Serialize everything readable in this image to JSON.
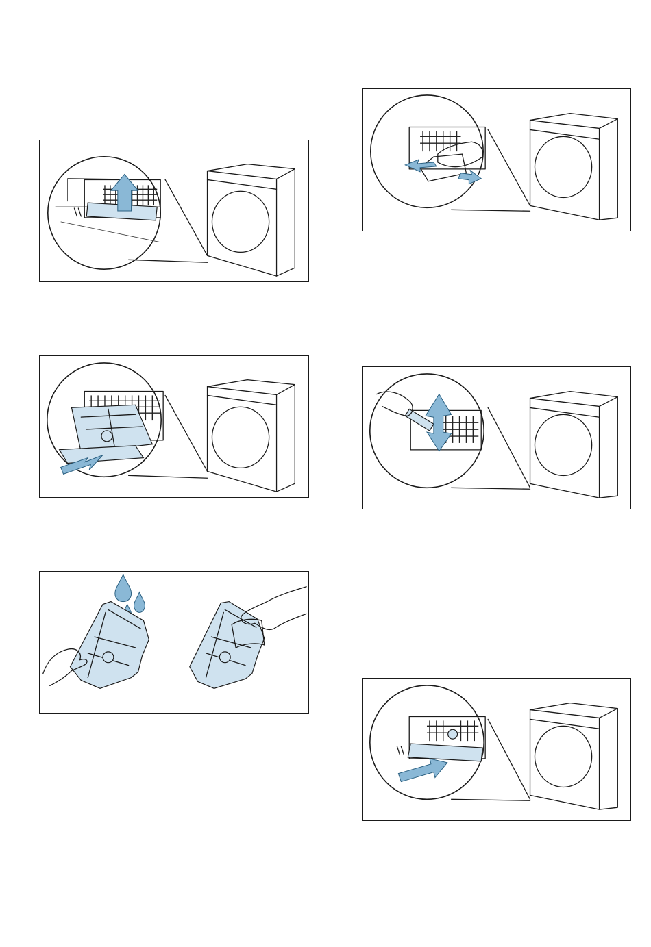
{
  "page": {
    "figures": [
      {
        "id": "p1",
        "action": "lift-filter-up",
        "arrow_direction": "up"
      },
      {
        "id": "p2",
        "action": "pull-filter-out",
        "arrow_direction": "down-left"
      },
      {
        "id": "p3",
        "action": "rinse-and-wipe-filter"
      },
      {
        "id": "p4",
        "action": "wipe-heat-exchanger",
        "arrow_direction": "left-right"
      },
      {
        "id": "p5",
        "action": "vacuum-heat-exchanger",
        "arrow_direction": "up-down"
      },
      {
        "id": "p6",
        "action": "insert-filter",
        "arrow_direction": "up-right"
      }
    ],
    "colors": {
      "accent": "#8ab8d6",
      "line": "#1a1a1a",
      "background": "#ffffff"
    }
  }
}
